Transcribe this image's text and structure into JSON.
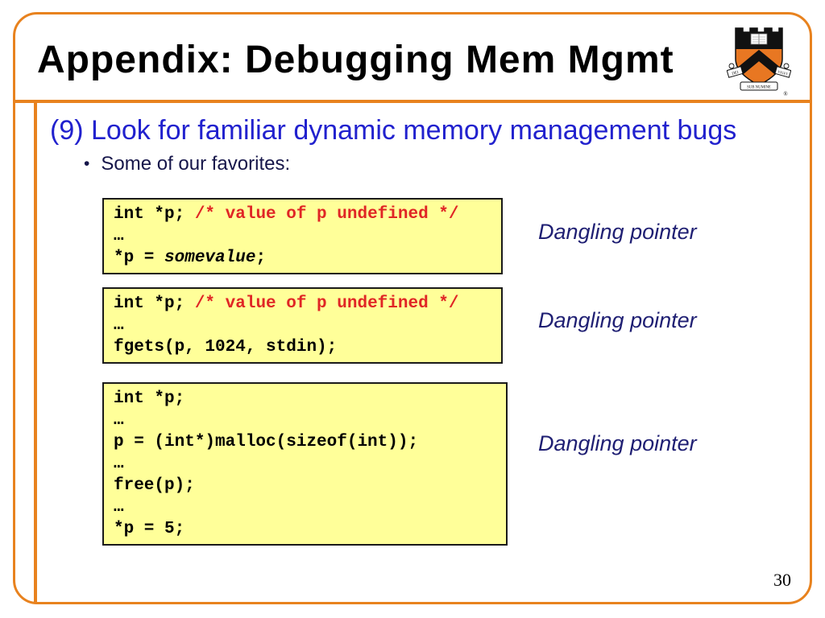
{
  "slide": {
    "title": "Appendix: Debugging Mem Mgmt",
    "page_number": "30"
  },
  "heading": "(9) Look for familiar dynamic memory management bugs",
  "bullet_glyph": "•",
  "bullet": "Some of our favorites:",
  "code_boxes": [
    {
      "lines": [
        [
          {
            "t": "int *p; ",
            "s": "code"
          },
          {
            "t": "/* value of p undefined */",
            "s": "comment"
          }
        ],
        [
          {
            "t": "…",
            "s": "code"
          }
        ],
        [
          {
            "t": "*p = ",
            "s": "code"
          },
          {
            "t": "somevalue",
            "s": "var"
          },
          {
            "t": ";",
            "s": "code"
          }
        ]
      ]
    },
    {
      "lines": [
        [
          {
            "t": "int *p; ",
            "s": "code"
          },
          {
            "t": "/* value of p undefined */",
            "s": "comment"
          }
        ],
        [
          {
            "t": "…",
            "s": "code"
          }
        ],
        [
          {
            "t": "fgets(p, 1024, stdin);",
            "s": "code"
          }
        ]
      ]
    },
    {
      "lines": [
        [
          {
            "t": "int *p;",
            "s": "code"
          }
        ],
        [
          {
            "t": "…",
            "s": "code"
          }
        ],
        [
          {
            "t": "p = (int*)malloc(sizeof(int));",
            "s": "code"
          }
        ],
        [
          {
            "t": "…",
            "s": "code"
          }
        ],
        [
          {
            "t": "free(p);",
            "s": "code"
          }
        ],
        [
          {
            "t": "…",
            "s": "code"
          }
        ],
        [
          {
            "t": "*p = 5;",
            "s": "code"
          }
        ]
      ]
    }
  ],
  "annotations": [
    "Dangling pointer",
    "Dangling pointer",
    "Dangling pointer"
  ],
  "logo": {
    "motto_left": "DEI",
    "motto_center": "SUB NUMINE",
    "motto_right": "VIGET",
    "registered": "®"
  },
  "colors": {
    "border_orange": "#E8821E",
    "shield_orange": "#E87722",
    "heading_blue": "#2121CE",
    "comment_red": "#E02525",
    "code_box_bg": "#FFFF99",
    "annotation_navy": "#1F1F73",
    "body_navy": "#16164A"
  }
}
